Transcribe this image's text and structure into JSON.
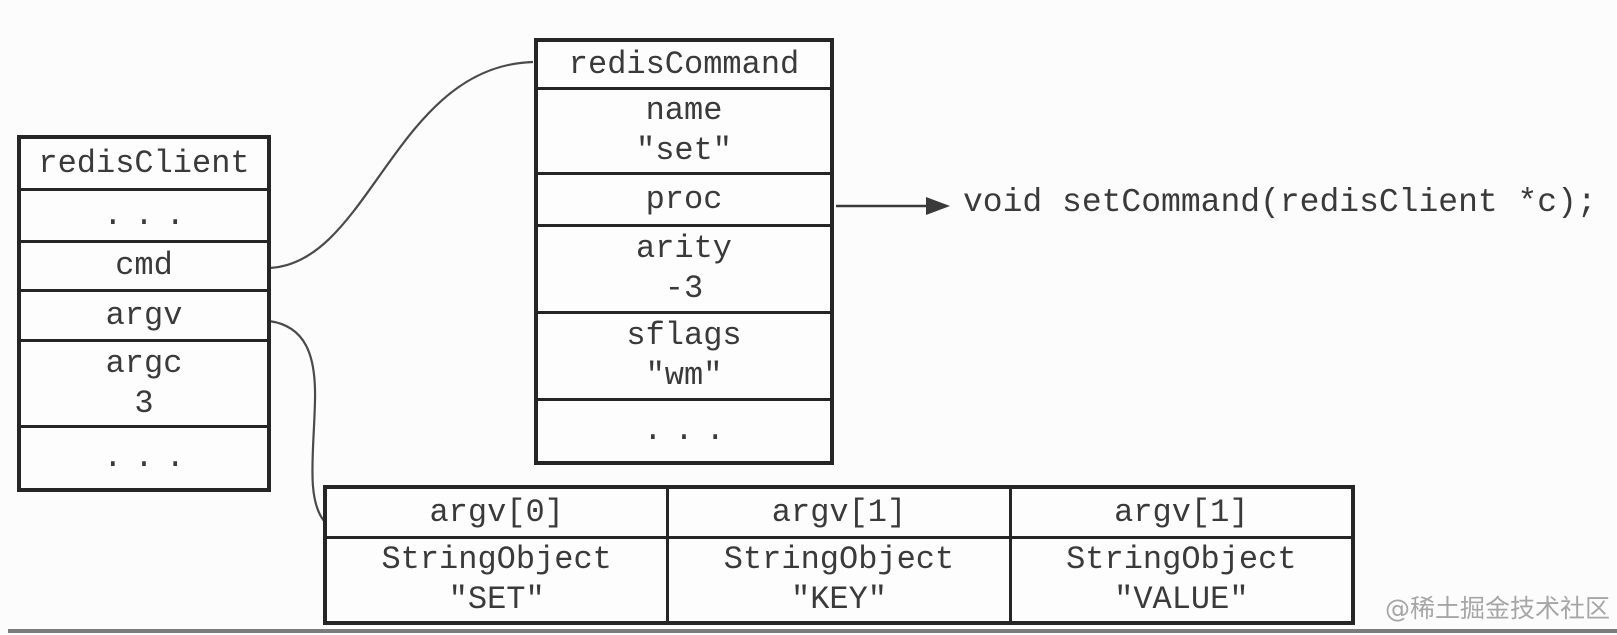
{
  "client_struct": {
    "title": "redisClient",
    "rows": [
      {
        "label": "..."
      },
      {
        "label": "cmd"
      },
      {
        "label": "argv"
      },
      {
        "label": "argc",
        "value": "3"
      },
      {
        "label": "..."
      }
    ]
  },
  "command_struct": {
    "title": "redisCommand",
    "rows": [
      {
        "label": "name",
        "value": "\"set\""
      },
      {
        "label": "proc"
      },
      {
        "label": "arity",
        "value": "-3"
      },
      {
        "label": "sflags",
        "value": "\"wm\""
      },
      {
        "label": "..."
      }
    ]
  },
  "proc_annotation": "void setCommand(redisClient *c);",
  "argv_table": {
    "columns": [
      {
        "header": "argv[0]",
        "type": "StringObject",
        "value": "\"SET\""
      },
      {
        "header": "argv[1]",
        "type": "StringObject",
        "value": "\"KEY\""
      },
      {
        "header": "argv[1]",
        "type": "StringObject",
        "value": "\"VALUE\""
      }
    ]
  },
  "watermark": "@稀土掘金技术社区",
  "colors": {
    "line": "#262626",
    "connector": "#4a4a4a",
    "text": "#3a3a3a",
    "watermark": "#a6a6a6",
    "bottom_divider": "#7b7b7b",
    "background": "#fcfcfc"
  }
}
